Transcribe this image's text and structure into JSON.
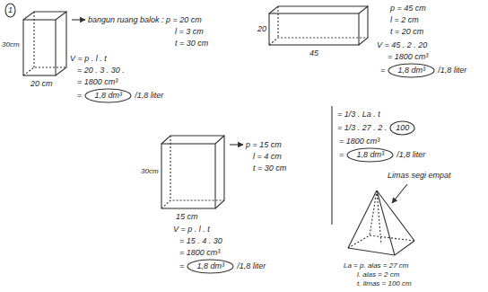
{
  "diagram": {
    "nodes": [
      {
        "text": [
          "1"
        ]
      },
      {
        "text": [
          "1,8 dm³"
        ]
      },
      {
        "text": [
          "1,8 dm³"
        ]
      },
      {
        "text": [
          "1,8 dm³"
        ]
      },
      {
        "text": [
          "100"
        ]
      },
      {
        "text": [
          "1,8 dm³"
        ]
      }
    ],
    "labels": [
      "30cm",
      "20 cm",
      "bangun ruang balok : p = 20 cm",
      "l = 3 cm",
      "t = 30 cm",
      "V = p . l . t",
      "= 20 . 3 . 30 .",
      "= 1800 cm³",
      "=",
      "/1,8 liter",
      "20",
      "45",
      "p = 45 cm",
      "l = 2 cm",
      "t = 20 cm",
      "V = 45 . 2 . 20",
      "= 1800 cm³",
      "=",
      "/1,8 liter",
      "30cm",
      "15 cm",
      "p = 15 cm",
      "l = 4 cm",
      "t = 30 cm",
      "V = p . l . t",
      "= 15 . 4 . 30",
      "= 1800 cm³",
      "=",
      "/1,8 liter",
      "= 1/3 . La . t",
      "= 1/3 . 27 . 2 .",
      "= 1800 cm³",
      "=",
      "/1,8 liter",
      "Limas segi empat",
      "La = p. alas = 27 cm",
      "l. alas = 2 cm",
      "t. limas = 100 cm"
    ]
  }
}
